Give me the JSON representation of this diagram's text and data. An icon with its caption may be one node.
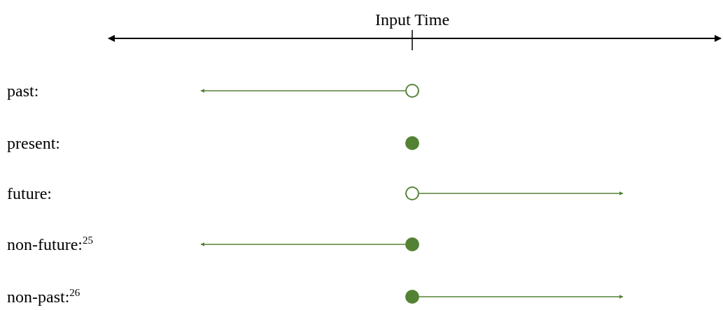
{
  "diagram": {
    "nodes": [
      {
        "text": [],
        "shape": "ring"
      },
      {
        "text": [],
        "shape": "dot"
      },
      {
        "text": [],
        "shape": "ring"
      },
      {
        "text": [],
        "shape": "dot"
      },
      {
        "text": [],
        "shape": "dot"
      }
    ],
    "edges": [
      {
        "from": 0,
        "to": null,
        "arrow": "to"
      },
      {
        "from": 2,
        "to": null,
        "arrow": "to"
      },
      {
        "from": 3,
        "to": null,
        "arrow": "to"
      },
      {
        "from": 4,
        "to": null,
        "arrow": "to"
      }
    ],
    "labels": [
      "Input Time",
      "past:",
      "present:",
      "future:",
      "non-future:$^{25}$",
      "non-past:$^{26}$"
    ]
  }
}
